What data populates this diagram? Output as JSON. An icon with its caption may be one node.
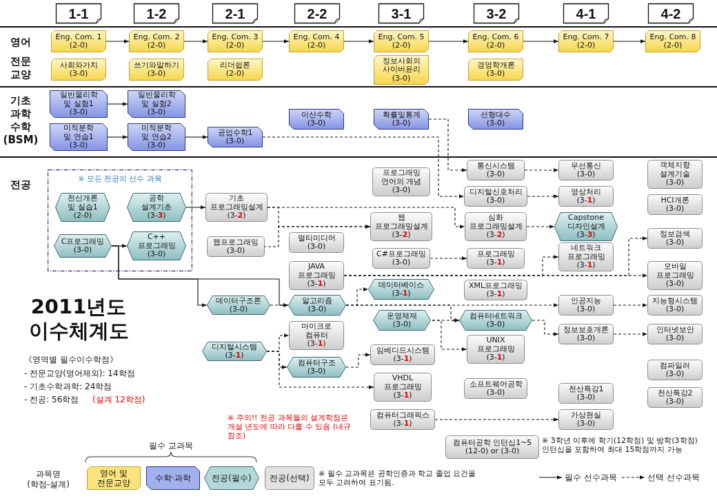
{
  "diagram": {
    "title": "2011년도 이수체계도",
    "nodes": [
      {
        "text": [
          "1-1"
        ]
      },
      {
        "text": [
          "1-2"
        ]
      },
      {
        "text": [
          "2-1"
        ]
      },
      {
        "text": [
          "2-2"
        ]
      },
      {
        "text": [
          "3-1"
        ]
      },
      {
        "text": [
          "3-2"
        ]
      },
      {
        "text": [
          "4-1"
        ]
      },
      {
        "text": [
          "4-2"
        ]
      },
      {
        "text": [
          "Eng. Com. 1",
          "(2-0)"
        ]
      },
      {
        "text": [
          "Eng. Com. 2",
          "(2-0)"
        ]
      },
      {
        "text": [
          "Eng. Com. 3",
          "(2-0)"
        ]
      },
      {
        "text": [
          "Eng. Com. 4",
          "(2-0)"
        ]
      },
      {
        "text": [
          "Eng. Com. 5",
          "(2-0)"
        ]
      },
      {
        "text": [
          "Eng. Com. 6",
          "(2-0)"
        ]
      },
      {
        "text": [
          "Eng. Com. 7",
          "(2-0)"
        ]
      },
      {
        "text": [
          "Eng. Com. 8",
          "(2-0)"
        ]
      },
      {
        "text": [
          "사회와가치",
          "(3-0)"
        ]
      },
      {
        "text": [
          "쓰기와말하기",
          "(3-0)"
        ]
      },
      {
        "text": [
          "리더쉽론",
          "(2-0)"
        ]
      },
      {
        "text": [
          "정보사회의 사이버윤리",
          "(3-0)"
        ]
      },
      {
        "text": [
          "경영학개론",
          "(3-0)"
        ]
      },
      {
        "text": [
          "일반물리학 및 실험1",
          "(3-0)"
        ]
      },
      {
        "text": [
          "일반물리학 및 실험2",
          "(3-0)"
        ]
      },
      {
        "text": [
          "이산수학",
          "(3-0)"
        ]
      },
      {
        "text": [
          "확률및통계",
          "(3-0)"
        ]
      },
      {
        "text": [
          "선형대수",
          "(3-0)"
        ]
      },
      {
        "text": [
          "미적분학 및 연습1",
          "(3-0)"
        ]
      },
      {
        "text": [
          "미적분학 및 연습2",
          "(3-0)"
        ]
      },
      {
        "text": [
          "공업수학1",
          "(3-0)"
        ]
      },
      {
        "text": [
          "※ 모든 전공의 선수 과목"
        ]
      },
      {
        "text": [
          "전산개론 및 실습1",
          "(2-0)"
        ],
        "in": 29
      },
      {
        "text": [
          "공학 설계기초",
          "(3-**3**)"
        ],
        "in": 29
      },
      {
        "text": [
          "C프로그래밍",
          "(3-0)"
        ],
        "in": 29
      },
      {
        "text": [
          "C++ 프로그래밍",
          "(3-0)"
        ],
        "in": 29
      },
      {
        "text": [
          "기초 프로그래밍설계",
          "(3-**2**)"
        ]
      },
      {
        "text": [
          "웹프로그래밍",
          "(3-0)"
        ]
      },
      {
        "text": [
          "데이터구조론",
          "(3-0)"
        ]
      },
      {
        "text": [
          "디지털시스템",
          "(3-**1**)"
        ]
      },
      {
        "text": [
          "멀티미디어",
          "(3-0)"
        ]
      },
      {
        "text": [
          "JAVA 프로그래밍",
          "(3-**1**)"
        ]
      },
      {
        "text": [
          "알고리즘",
          "(3-0)"
        ]
      },
      {
        "text": [
          "마이크로 컴퓨터",
          "(3-**1**)"
        ]
      },
      {
        "text": [
          "컴퓨터구조",
          "(3-0)"
        ]
      },
      {
        "text": [
          "프로그래밍 언어의 개념",
          "(3-0)"
        ]
      },
      {
        "text": [
          "웹 프로그래밍설계",
          "(3-**2**)"
        ]
      },
      {
        "text": [
          "C#프로그래밍",
          "(3-0)"
        ]
      },
      {
        "text": [
          "데이터베이스",
          "(3-**1**)"
        ]
      },
      {
        "text": [
          "운영체제",
          "(3-0)"
        ]
      },
      {
        "text": [
          "임베디드시스템",
          "(3-**1**)"
        ]
      },
      {
        "text": [
          "VHDL 프로그래밍",
          "(3-**1**)"
        ]
      },
      {
        "text": [
          "컴퓨터그래픽스",
          "(3-**1**)"
        ]
      },
      {
        "text": [
          "통신시스템",
          "(3-0)"
        ]
      },
      {
        "text": [
          "디지털신호처리",
          "(3-0)"
        ]
      },
      {
        "text": [
          "심화 프로그래밍설계",
          "(3-**2**)"
        ]
      },
      {
        "text": [
          "프로그래밍",
          "(3-**1**)"
        ]
      },
      {
        "text": [
          "XML프로그래밍",
          "(3-**1**)"
        ]
      },
      {
        "text": [
          "컴퓨터네트워크",
          "(3-0)"
        ]
      },
      {
        "text": [
          "UNIX 프로그래밍",
          "(3-**1**)"
        ]
      },
      {
        "text": [
          "소프트웨어공학",
          "(3-0)"
        ]
      },
      {
        "text": [
          "컴퓨터공학 인턴십1~5",
          "(12-0) or (3-0)"
        ],
        "beside": [
          "※ 3학년 이후에 학기(12학점) 및 방학(3학점) 인턴십을 포함하여 최대 15학점까지 가능"
        ]
      },
      {
        "text": [
          "무선통신",
          "(3-0)"
        ]
      },
      {
        "text": [
          "영상처리",
          "(3-**1**)"
        ]
      },
      {
        "text": [
          "Capstone 디자인설계",
          "(3-**3**)"
        ]
      },
      {
        "text": [
          "네트워크 프로그래밍",
          "(3-**1**)"
        ]
      },
      {
        "text": [
          "인공지능",
          "(3-0)"
        ]
      },
      {
        "text": [
          "정보보호개론",
          "(3-0)"
        ]
      },
      {
        "text": [
          "전산특강1",
          "(3-0)"
        ]
      },
      {
        "text": [
          "가상현실",
          "(3-0)"
        ]
      },
      {
        "text": [
          "객체지향 설계기술",
          "(3-0)"
        ]
      },
      {
        "text": [
          "HCI개론",
          "(3-0)"
        ]
      },
      {
        "text": [
          "정보검색",
          "(3-0)"
        ]
      },
      {
        "text": [
          "모바일 프로그래밍",
          "(3-0)"
        ]
      },
      {
        "text": [
          "지능형시스템",
          "(3-0)"
        ]
      },
      {
        "text": [
          "인터넷보안",
          "(3-0)"
        ]
      },
      {
        "text": [
          "컴파일러",
          "(3-0)"
        ]
      },
      {
        "text": [
          "전산특강2",
          "(3-0)"
        ]
      }
    ],
    "edges": [
      {
        "from": 8,
        "to": 9,
        "arrow": "to"
      },
      {
        "from": 9,
        "to": 10,
        "arrow": "to"
      },
      {
        "from": 10,
        "to": 11,
        "arrow": "to"
      },
      {
        "from": 11,
        "to": 12,
        "arrow": "to"
      },
      {
        "from": 12,
        "to": 13,
        "arrow": "to"
      },
      {
        "from": 13,
        "to": 14,
        "arrow": "to"
      },
      {
        "from": 14,
        "to": 15,
        "arrow": "to"
      },
      {
        "from": 21,
        "to": 22,
        "arrow": "to"
      },
      {
        "from": 26,
        "to": 27,
        "arrow": "to"
      },
      {
        "from": 27,
        "to": 28,
        "arrow": "to"
      },
      {
        "from": 24,
        "to": 51,
        "arrow": "to",
        "style": "dashed"
      },
      {
        "from": 28,
        "to": 52,
        "arrow": "to",
        "style": "dashed"
      },
      {
        "from": 32,
        "to": 33,
        "arrow": "to"
      },
      {
        "from": 31,
        "to": 34,
        "arrow": "to"
      },
      {
        "from": 32,
        "to": 36,
        "arrow": "to"
      },
      {
        "from": 32,
        "to": 40,
        "arrow": "to"
      },
      {
        "from": 34,
        "to": 44,
        "arrow": "to",
        "style": "dashed"
      },
      {
        "from": 35,
        "to": 44,
        "arrow": "to",
        "style": "dashed"
      },
      {
        "from": 34,
        "to": 53,
        "arrow": "to",
        "style": "dashed"
      },
      {
        "from": 36,
        "to": 40,
        "arrow": "to",
        "style": "dashed"
      },
      {
        "from": 39,
        "to": 63,
        "arrow": "to",
        "style": "dashed"
      },
      {
        "from": 39,
        "to": 70,
        "arrow": "to",
        "style": "dashed"
      },
      {
        "from": 39,
        "to": 71,
        "arrow": "to",
        "style": "dashed"
      },
      {
        "from": 40,
        "to": 46,
        "arrow": "to",
        "style": "dashed"
      },
      {
        "from": 40,
        "to": 64,
        "arrow": "to",
        "style": "dashed"
      },
      {
        "from": 40,
        "to": 56,
        "arrow": "to",
        "style": "dashed"
      },
      {
        "from": 47,
        "to": 56,
        "arrow": "to",
        "style": "dashed"
      },
      {
        "from": 47,
        "to": 57,
        "arrow": "to",
        "style": "dashed"
      },
      {
        "from": 37,
        "to": 41,
        "arrow": "to",
        "style": "dashed"
      },
      {
        "from": 37,
        "to": 42,
        "arrow": "to",
        "style": "dashed"
      },
      {
        "from": 37,
        "to": 49,
        "arrow": "to",
        "style": "dashed"
      },
      {
        "from": 42,
        "to": 48,
        "arrow": "to",
        "style": "dashed"
      },
      {
        "from": 45,
        "to": 54,
        "arrow": "to",
        "style": "dashed"
      },
      {
        "from": 51,
        "to": 60,
        "arrow": "to",
        "style": "dashed"
      },
      {
        "from": 52,
        "to": 61,
        "arrow": "to",
        "style": "dashed"
      },
      {
        "from": 53,
        "to": 62,
        "arrow": "to",
        "style": "dashed"
      },
      {
        "from": 56,
        "to": 65,
        "arrow": "to",
        "style": "dashed"
      },
      {
        "from": 64,
        "to": 72,
        "arrow": "to",
        "style": "dashed"
      },
      {
        "from": 65,
        "to": 73,
        "arrow": "to",
        "style": "dashed"
      },
      {
        "from": 50,
        "to": 67,
        "arrow": "to",
        "style": "dashed"
      }
    ],
    "labels": [
      "영어",
      "전문 교양",
      "기초 과학 수학 (BSM)",
      "전공",
      "《영역별 필수이수학점》",
      "- 전문교양(영어제외): 14학점",
      "- 기초수학과학: 24학점",
      "- 전공: 56학점",
      "(설계 12학점)",
      "※ 주의!! 전공 과목들의 설계학점은 개설 년도에 따라 다를 수 있음 (내규 참조)",
      "필수 교과목",
      "과목명 (학점-설계)",
      "※ 필수 교과목은 공학인증과 학교 졸업 요건을 모두 고려하여 표기됨."
    ],
    "legend": [
      {
        "text": "영어 및 전문교양",
        "color": "#fbe47e"
      },
      {
        "text": "수학·과학",
        "color": "#a3b0ee"
      },
      {
        "text": "전공(필수)",
        "color": "#b4d7d9"
      },
      {
        "text": "전공(선택)",
        "color": "#e2e2e2"
      },
      {
        "text": "필수 선수과목"
      },
      {
        "text": "선택 선수과목"
      }
    ]
  }
}
